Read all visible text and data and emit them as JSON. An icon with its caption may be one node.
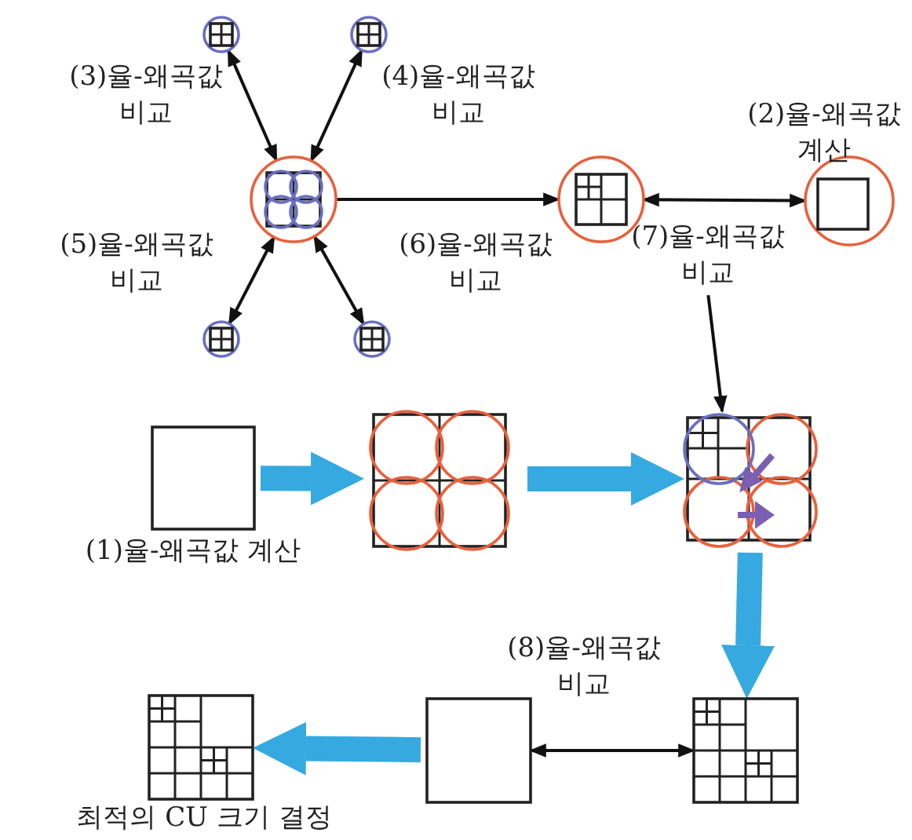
{
  "diagram": {
    "nodes": [
      {
        "text": [],
        "shape": "picture"
      },
      {
        "text": [],
        "shape": "picture"
      },
      {
        "text": [],
        "shape": "picture"
      },
      {
        "text": [],
        "shape": "picture"
      },
      {
        "text": [],
        "shape": "picture"
      },
      {
        "text": [],
        "shape": "picture"
      },
      {
        "text": [],
        "shape": "picture",
        "beside": [
          "(2)율-왜곡값 계산"
        ]
      },
      {
        "text": [
          "(7)율-왜곡값 비교"
        ]
      },
      {
        "text": [],
        "shape": "box",
        "beside": [
          "(1)율-왜곡값 계산"
        ]
      },
      {
        "text": [],
        "shape": "picture"
      },
      {
        "text": [],
        "shape": "picture"
      },
      {
        "text": [],
        "shape": "picture"
      },
      {
        "text": [],
        "shape": "box"
      },
      {
        "text": [],
        "shape": "picture",
        "beside": [
          "최적의 CU 크기 결정"
        ]
      }
    ],
    "edges": [
      {
        "from": 0,
        "to": 1,
        "arrow": "both",
        "label": "(3)율-왜곡값 비교"
      },
      {
        "from": 0,
        "to": 2,
        "arrow": "both",
        "label": "(4)율-왜곡값 비교"
      },
      {
        "from": 0,
        "to": 3,
        "arrow": "both",
        "label": "(5)율-왜곡값 비교"
      },
      {
        "from": 0,
        "to": 4,
        "arrow": "both",
        "label": "(6)율-왜곡값 비교"
      },
      {
        "from": 0,
        "to": 5,
        "arrow": "to"
      },
      {
        "from": 5,
        "to": 6,
        "arrow": "both"
      },
      {
        "from": 7,
        "to": 10,
        "arrow": "to"
      },
      {
        "from": 8,
        "to": 9,
        "arrow": "to",
        "style": "thick",
        "color": "#36a9e1"
      },
      {
        "from": 9,
        "to": 10,
        "arrow": "to",
        "style": "thick",
        "color": "#36a9e1"
      },
      {
        "from": 10,
        "to": 11,
        "arrow": "to",
        "style": "thick",
        "color": "#36a9e1"
      },
      {
        "from": 12,
        "to": 11,
        "arrow": "both",
        "label": "(8)율-왜곡값 비교"
      },
      {
        "from": 12,
        "to": 13,
        "arrow": "to",
        "style": "thick",
        "color": "#36a9e1"
      }
    ]
  }
}
